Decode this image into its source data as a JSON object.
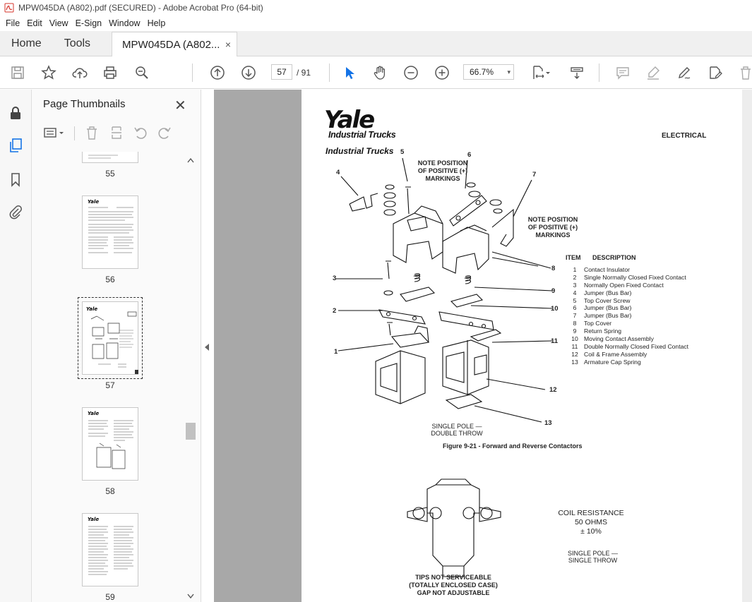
{
  "window": {
    "title": "MPW045DA (A802).pdf (SECURED) - Adobe Acrobat Pro (64-bit)"
  },
  "menu": [
    "File",
    "Edit",
    "View",
    "E-Sign",
    "Window",
    "Help"
  ],
  "tabs": {
    "home": "Home",
    "tools": "Tools",
    "document": "MPW045DA (A802...",
    "close": "×"
  },
  "toolbar": {
    "page_current": "57",
    "page_total": "/ 91",
    "zoom": "66.7%",
    "zoom_dropdown": "▾"
  },
  "panel": {
    "title": "Page Thumbnails",
    "close": "✕",
    "thumbnails": [
      {
        "label": "55"
      },
      {
        "label": "56"
      },
      {
        "label": "57",
        "selected": true
      },
      {
        "label": "58"
      },
      {
        "label": "59"
      }
    ]
  },
  "document": {
    "logo": "Yale",
    "logo_sub": "Industrial Trucks",
    "logo_sub_repeat": "Industrial Trucks",
    "section": "ELECTRICAL",
    "note1": [
      "NOTE POSITION",
      "OF POSITIVE (+)",
      "MARKINGS"
    ],
    "note2": [
      "NOTE POSITION",
      "OF POSITIVE (+)",
      "MARKINGS"
    ],
    "callouts": [
      "1",
      "2",
      "3",
      "4",
      "5",
      "6",
      "7",
      "8",
      "9",
      "10",
      "11",
      "12",
      "13"
    ],
    "item_header": {
      "item": "ITEM",
      "description": "DESCRIPTION"
    },
    "items": [
      {
        "n": "1",
        "d": "Contact Insulator"
      },
      {
        "n": "2",
        "d": "Single Normally Closed Fixed Contact"
      },
      {
        "n": "3",
        "d": "Normally Open Fixed Contact"
      },
      {
        "n": "4",
        "d": "Jumper (Bus Bar)"
      },
      {
        "n": "5",
        "d": "Top Cover Screw"
      },
      {
        "n": "6",
        "d": "Jumper (Bus Bar)"
      },
      {
        "n": "7",
        "d": "Jumper (Bus Bar)"
      },
      {
        "n": "8",
        "d": "Top Cover"
      },
      {
        "n": "9",
        "d": "Return Spring"
      },
      {
        "n": "10",
        "d": "Moving Contact Assembly"
      },
      {
        "n": "11",
        "d": "Double Normally Closed Fixed Contact"
      },
      {
        "n": "12",
        "d": "Coil & Frame Assembly"
      },
      {
        "n": "13",
        "d": "Armature Cap Spring"
      }
    ],
    "single_pole_double": [
      "SINGLE POLE —",
      "DOUBLE THROW"
    ],
    "caption": "Figure 9-21 - Forward and Reverse Contactors",
    "coil": [
      "COIL RESISTANCE",
      "50 OHMS",
      "± 10%"
    ],
    "single_pole_single": [
      "SINGLE POLE —",
      "SINGLE THROW"
    ],
    "tips": [
      "TIPS NOT SERVICEABLE",
      "(TOTALLY ENCLOSED CASE)",
      "GAP NOT ADJUSTABLE"
    ]
  },
  "colors": {
    "accent": "#1473e6",
    "doc_background": "#a8a8a8"
  }
}
